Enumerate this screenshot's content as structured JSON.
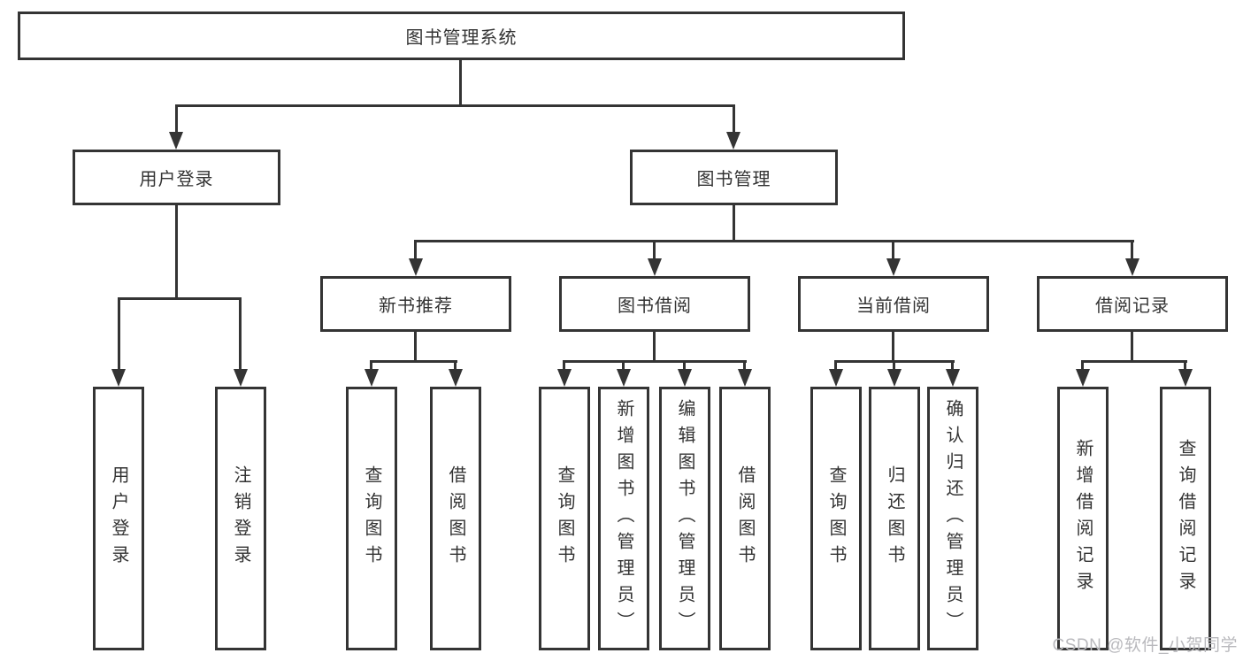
{
  "colors": {
    "background": "#ffffff",
    "line": "#343434",
    "box_border": "#343434",
    "text": "#333333",
    "watermark": "#b9b9bd"
  },
  "tree": {
    "root": {
      "label": "图书管理系统"
    },
    "branches": [
      {
        "label": "用户登录",
        "children": [
          {
            "label": "用户登录"
          },
          {
            "label": "注销登录"
          }
        ]
      },
      {
        "label": "图书管理",
        "children": [
          {
            "label": "新书推荐",
            "children": [
              {
                "label": "查询图书"
              },
              {
                "label": "借阅图书"
              }
            ]
          },
          {
            "label": "图书借阅",
            "children": [
              {
                "label": "查询图书"
              },
              {
                "label": "新增图书（管理员）"
              },
              {
                "label": "编辑图书（管理员）"
              },
              {
                "label": "借阅图书"
              }
            ]
          },
          {
            "label": "当前借阅",
            "children": [
              {
                "label": "查询图书"
              },
              {
                "label": "归还图书"
              },
              {
                "label": "确认归还（管理员）"
              }
            ]
          },
          {
            "label": "借阅记录",
            "children": [
              {
                "label": "新增借阅记录"
              },
              {
                "label": "查询借阅记录"
              }
            ]
          }
        ]
      }
    ]
  },
  "watermark": {
    "text": "CSDN @软件_小贺同学"
  }
}
